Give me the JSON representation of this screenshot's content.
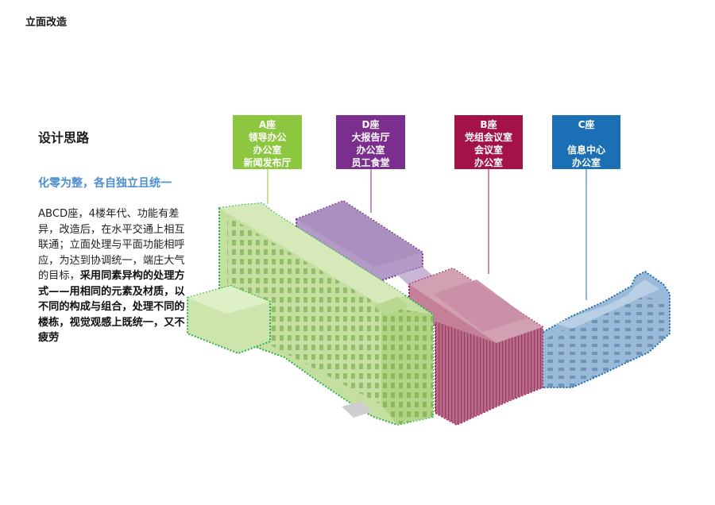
{
  "page_title": "立面改造",
  "section_title": "设计思路",
  "subtitle": "化零为整，各自独立且统一",
  "body": {
    "normal": "ABCD座，4楼年代、功能有差异，改造后，在水平交通上相互联通；立面处理与平面功能相呼应，为达到协调统一，端庄大气的目标，",
    "bold": "采用同素异构的处理方式——用相同的元素及材质，以不同的构成与组合，处理不同的楼栋，视觉观感上既统一，又不疲劳"
  },
  "blocks": [
    {
      "id": "A",
      "title": "A座",
      "lines": [
        "领导办公",
        "办公室",
        "新闻发布厅"
      ],
      "color": "#8dc63f"
    },
    {
      "id": "D",
      "title": "D座",
      "lines": [
        "大报告厅",
        "办公室",
        "员工食堂"
      ],
      "color": "#7b2e8e"
    },
    {
      "id": "B",
      "title": "B座",
      "lines": [
        "党组会议室",
        "会议室",
        "办公室"
      ],
      "color": "#a3134a"
    },
    {
      "id": "C",
      "title": "C座",
      "lines": [
        "",
        "信息中心",
        "办公室"
      ],
      "color": "#1a6fb5"
    }
  ]
}
